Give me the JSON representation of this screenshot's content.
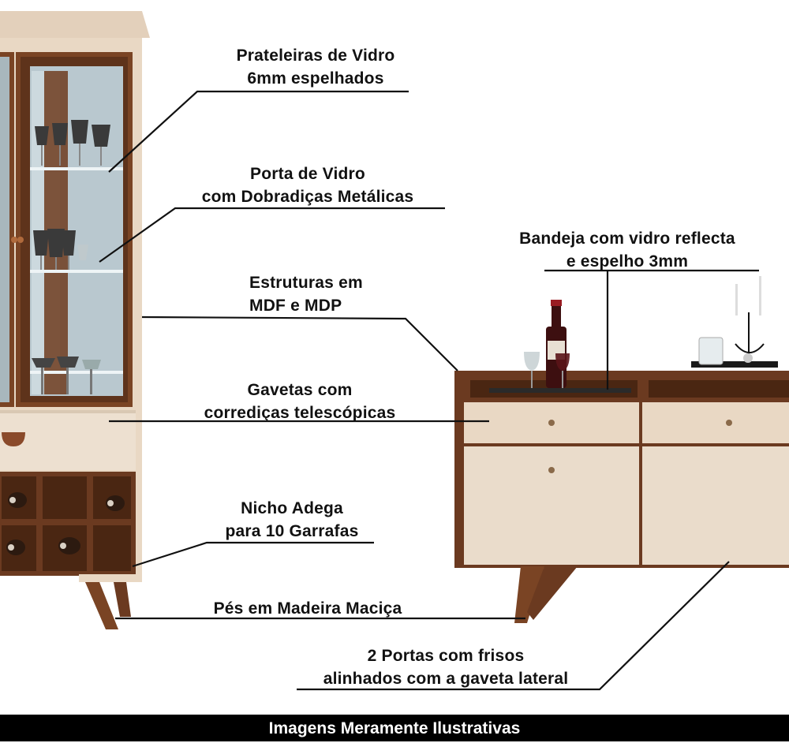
{
  "callouts": [
    {
      "id": "shelves",
      "lines": [
        "Prateleiras de Vidro",
        "6mm espelhados"
      ]
    },
    {
      "id": "glass-door",
      "lines": [
        "Porta de Vidro",
        "com Dobradiças Metálicas"
      ]
    },
    {
      "id": "tray",
      "lines": [
        "Bandeja com vidro reflecta",
        "e espelho 3mm"
      ]
    },
    {
      "id": "structure",
      "lines": [
        "Estruturas em",
        "MDF e MDP"
      ]
    },
    {
      "id": "drawers",
      "lines": [
        "Gavetas com",
        "corrediças telescópicas"
      ]
    },
    {
      "id": "wine-niche",
      "lines": [
        "Nicho Adega",
        "para 10 Garrafas"
      ]
    },
    {
      "id": "feet",
      "lines": [
        "Pés em Madeira Maciça"
      ]
    },
    {
      "id": "doors",
      "lines": [
        "2 Portas com frisos",
        "alinhados com a gaveta lateral"
      ]
    }
  ],
  "footer": "Imagens Meramente Ilustrativas",
  "colors": {
    "wood": "#6b3a20",
    "wood_dark": "#4a2612",
    "cream": "#e9d8c4",
    "glass": "#b9c8cf",
    "leader_line": "#111111",
    "footer_bg": "#000000",
    "footer_text": "#ffffff"
  }
}
